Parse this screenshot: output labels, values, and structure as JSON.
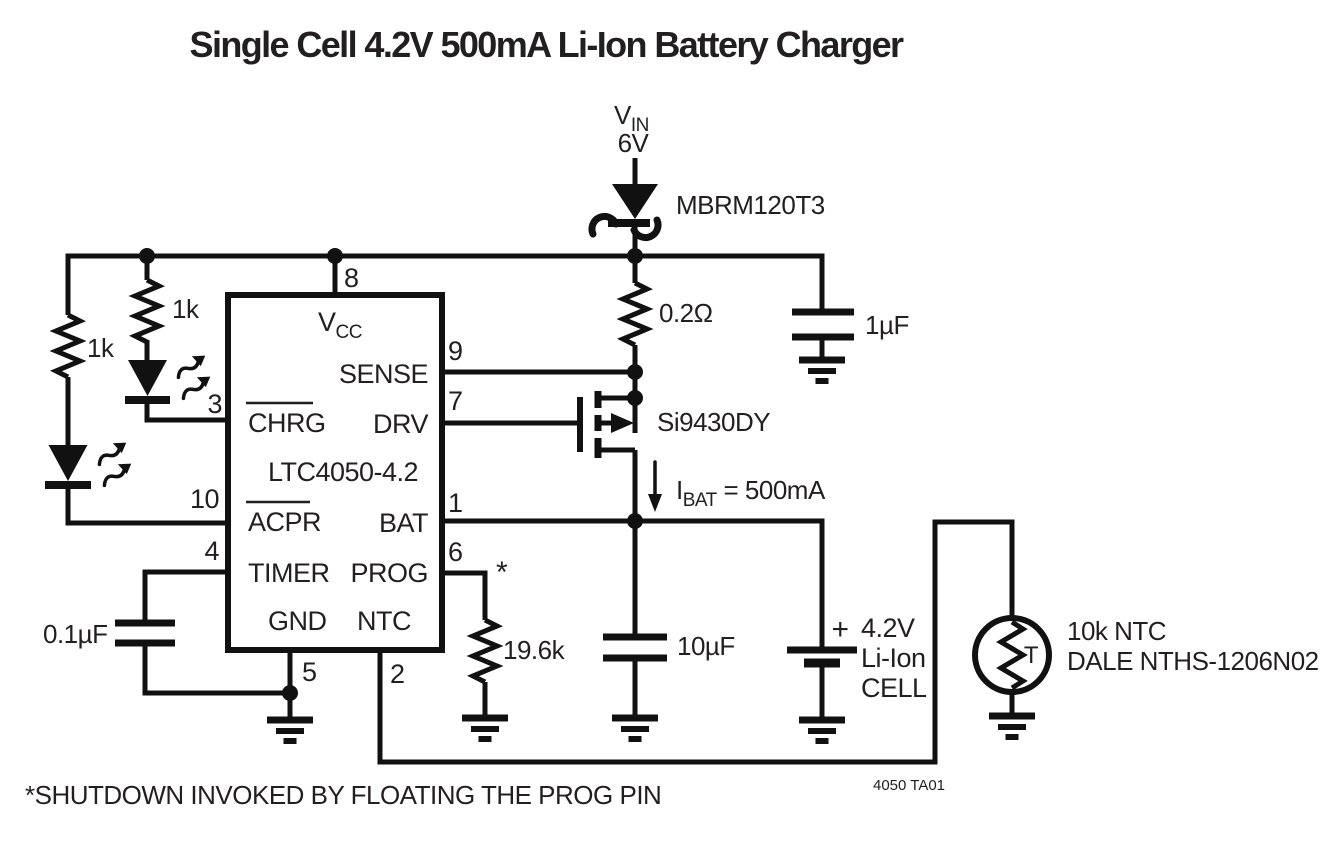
{
  "title": "Single Cell 4.2V 500mA Li-Ion Battery Charger",
  "footnote": "*SHUTDOWN INVOKED BY FLOATING THE PROG PIN",
  "fig_id": "4050 TA01",
  "colors": {
    "ic_fill": "#EABCB2",
    "line": "#111111",
    "text": "#231F20"
  },
  "ic": {
    "part": "LTC4050-4.2",
    "vcc": "V",
    "vcc_sub": "CC",
    "sense": "SENSE",
    "drv": "DRV",
    "chrg": "CHRG",
    "acpr": "ACPR",
    "bat": "BAT",
    "timer": "TIMER",
    "prog": "PROG",
    "gnd": "GND",
    "ntc": "NTC",
    "pin_vcc": "8",
    "pin_sense": "9",
    "pin_drv": "7",
    "pin_chrg": "3",
    "pin_acpr": "10",
    "pin_bat": "1",
    "pin_timer": "4",
    "pin_prog": "6",
    "pin_gnd": "5",
    "pin_ntc": "2"
  },
  "supply": {
    "v": "V",
    "v_sub": "IN",
    "voltage": "6V"
  },
  "diode": {
    "part": "MBRM120T3"
  },
  "resistors": {
    "sense": "0.2Ω",
    "chrg_led": "1k",
    "acpr_led": "1k",
    "prog": "19.6k"
  },
  "capacitors": {
    "input": "1µF",
    "timer": "0.1µF",
    "output": "10µF"
  },
  "mosfet": {
    "part": "Si9430DY"
  },
  "current": {
    "i": "I",
    "i_sub": "BAT",
    "value": " = 500mA"
  },
  "battery": {
    "plus": "+",
    "voltage": "4.2V",
    "chem": "Li-Ion",
    "cell": "CELL"
  },
  "thermistor": {
    "symbol": "T",
    "value": "10k NTC",
    "part": "DALE NTHS-1206N02"
  },
  "prog_note_mark": "*"
}
